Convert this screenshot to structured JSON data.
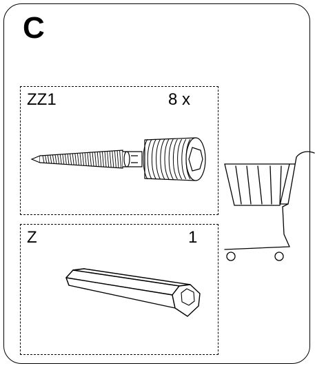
{
  "step": {
    "letter": "C"
  },
  "parts": [
    {
      "code": "ZZ1",
      "quantity": "8 x",
      "icon": "hanger-bolt-screw"
    },
    {
      "code": "Z",
      "quantity": "1",
      "icon": "hex-key"
    }
  ],
  "decoration": {
    "icon": "shopping-cart"
  }
}
